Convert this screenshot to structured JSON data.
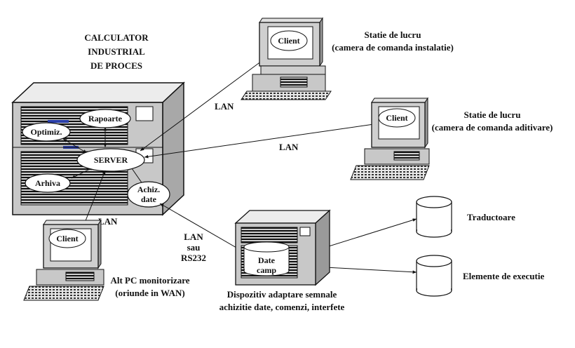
{
  "server_title": [
    "CALCULATOR",
    "INDUSTRIAL",
    "DE PROCES"
  ],
  "modules": {
    "rapoarte": "Rapoarte",
    "optimiz": "Optimiz.",
    "server": "SERVER",
    "arhiva": "Arhiva",
    "achiz": [
      "Achiz.",
      "date"
    ]
  },
  "clients": {
    "client_label": "Client",
    "station1": [
      "Statie de lucru",
      "(camera de comanda instalatie)"
    ],
    "station2": [
      "Statie de lucru",
      "(camera de comanda aditivare)"
    ],
    "monitor_pc": [
      "Alt PC monitorizare",
      "(oriunde in WAN)"
    ]
  },
  "links": {
    "lan": "LAN",
    "lan_rs": [
      "LAN",
      "sau",
      "RS232"
    ]
  },
  "device": {
    "box": [
      "Date",
      "camp"
    ],
    "caption": [
      "Dispozitiv adaptare semnale",
      "achizitie date, comenzi, interfete"
    ]
  },
  "field": {
    "traductoare": "Traductoare",
    "elemente": "Elemente de executie"
  },
  "colors": {
    "bg": "#ffffff",
    "server_gray": "#c8c8c8",
    "screen": "#ffffff",
    "accent_blue": "#2a3ea8"
  }
}
